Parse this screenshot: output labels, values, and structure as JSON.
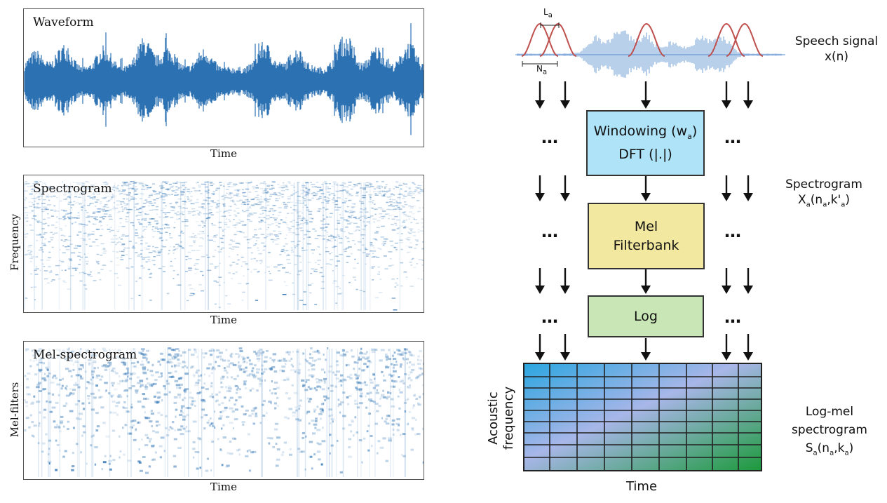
{
  "left_panels": {
    "waveform": {
      "title": "Waveform",
      "xlabel": "Time"
    },
    "spectrogram": {
      "title": "Spectrogram",
      "xlabel": "Time",
      "ylabel": "Frequency"
    },
    "mel_spectrogram": {
      "title": "Mel-spectrogram",
      "xlabel": "Time",
      "ylabel": "Mel-filters"
    }
  },
  "colors": {
    "waveform": "#2c72b3",
    "window": "#c0504d",
    "signal": "#5b8fd0",
    "box_dft": "#aee3f8",
    "box_mel": "#f3e8a0",
    "box_log": "#c9e6b6",
    "grid_start": "#2aa6e0",
    "grid_mid": "#a8b6e8",
    "grid_end": "#1c9a3c"
  },
  "pipeline": {
    "signal_label": {
      "line1": "Speech signal",
      "line2": "x(n)"
    },
    "window_length_label": {
      "base": "L",
      "sub": "a"
    },
    "window_shift_label": {
      "base": "N",
      "sub": "a"
    },
    "dft_box": {
      "line1_prefix": "Windowing (w",
      "line1_sub": "a",
      "line1_suffix": ")",
      "line2": "DFT (|.|)"
    },
    "spectrogram_label": {
      "line1": "Spectrogram",
      "line2_base": "X",
      "line2_sub": "a",
      "line2_open": "(n",
      "line2_sub2": "a",
      "line2_mid": ",k'",
      "line2_sub3": "a",
      "line2_close": ")"
    },
    "mel_box": {
      "line1": "Mel",
      "line2": "Filterbank"
    },
    "log_box": {
      "label": "Log"
    },
    "logmel_label": {
      "line1": "Log-mel",
      "line2": "spectrogram",
      "line3_base": "S",
      "line3_sub": "a",
      "line3_open": "(n",
      "line3_sub2": "a",
      "line3_mid": ",k",
      "line3_sub3": "a",
      "line3_close": ")"
    },
    "ellipsis": "…",
    "grid_xlabel": "Time",
    "grid_ylabel_line1": "Acoustic",
    "grid_ylabel_line2": "frequency"
  }
}
